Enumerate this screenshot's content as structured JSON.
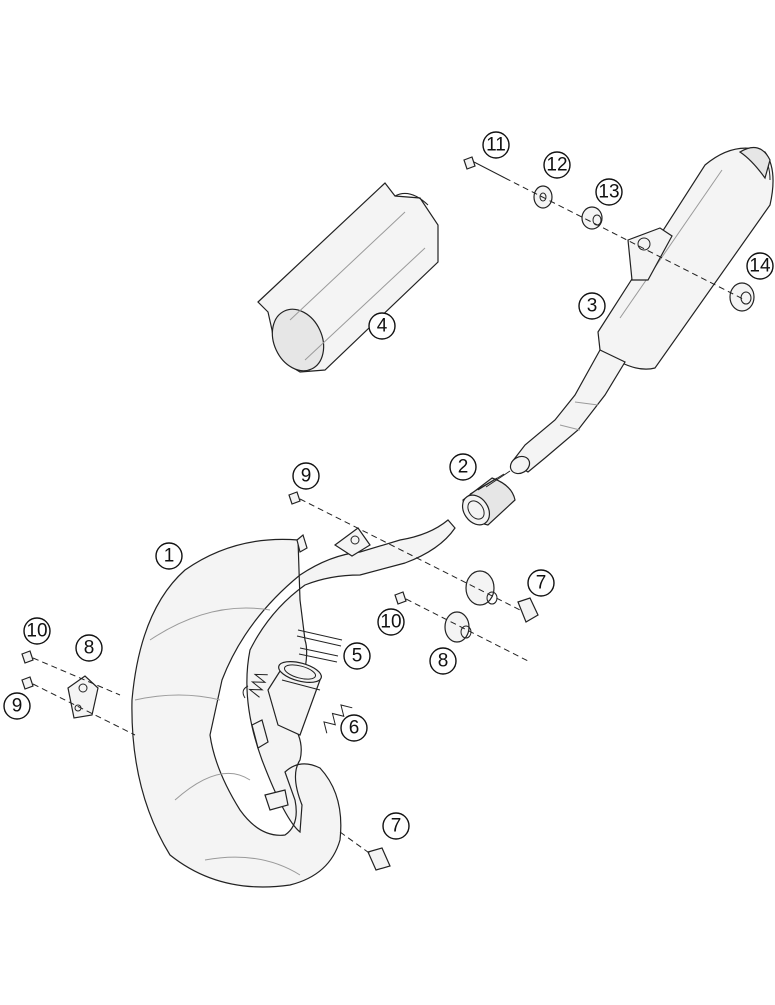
{
  "callouts": [
    {
      "id": "c1",
      "label": "1"
    },
    {
      "id": "c2",
      "label": "2"
    },
    {
      "id": "c3",
      "label": "3"
    },
    {
      "id": "c4",
      "label": "4"
    },
    {
      "id": "c5",
      "label": "5"
    },
    {
      "id": "c6",
      "label": "6"
    },
    {
      "id": "c7a",
      "label": "7"
    },
    {
      "id": "c7b",
      "label": "7"
    },
    {
      "id": "c8a",
      "label": "8"
    },
    {
      "id": "c8b",
      "label": "8"
    },
    {
      "id": "c9a",
      "label": "9"
    },
    {
      "id": "c9b",
      "label": "9"
    },
    {
      "id": "c10a",
      "label": "10"
    },
    {
      "id": "c10b",
      "label": "10"
    },
    {
      "id": "c11",
      "label": "11"
    },
    {
      "id": "c12",
      "label": "12"
    },
    {
      "id": "c13",
      "label": "13"
    },
    {
      "id": "c14",
      "label": "14"
    }
  ]
}
